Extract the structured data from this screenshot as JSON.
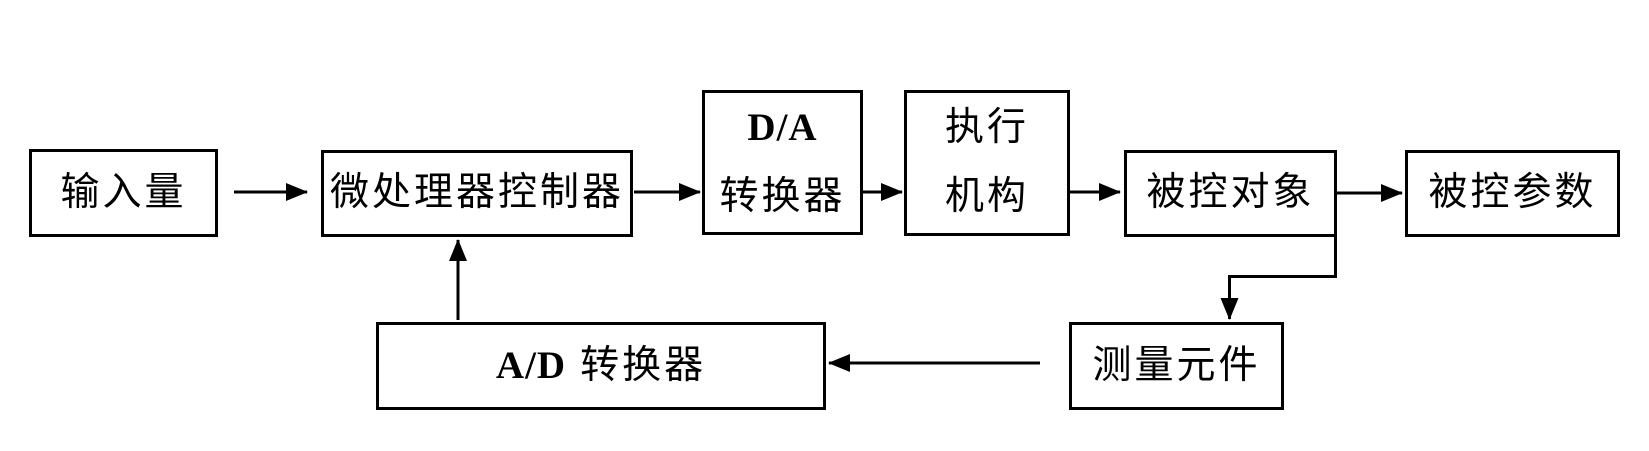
{
  "diagram": {
    "colors": {
      "line": "#000000",
      "background": "#ffffff"
    },
    "boxes": {
      "input": {
        "label": "输入量"
      },
      "controller": {
        "label": "微处理器控制器"
      },
      "da_converter": {
        "line1": "D/A",
        "line2": "转换器"
      },
      "actuator": {
        "line1": "执行",
        "line2": "机构"
      },
      "controlled_object": {
        "label": "被控对象"
      },
      "controlled_parameter": {
        "label": "被控参数"
      },
      "ad_converter": {
        "prefix": "A/D",
        "suffix": "转换器"
      },
      "measuring_element": {
        "label": "测量元件"
      }
    }
  }
}
